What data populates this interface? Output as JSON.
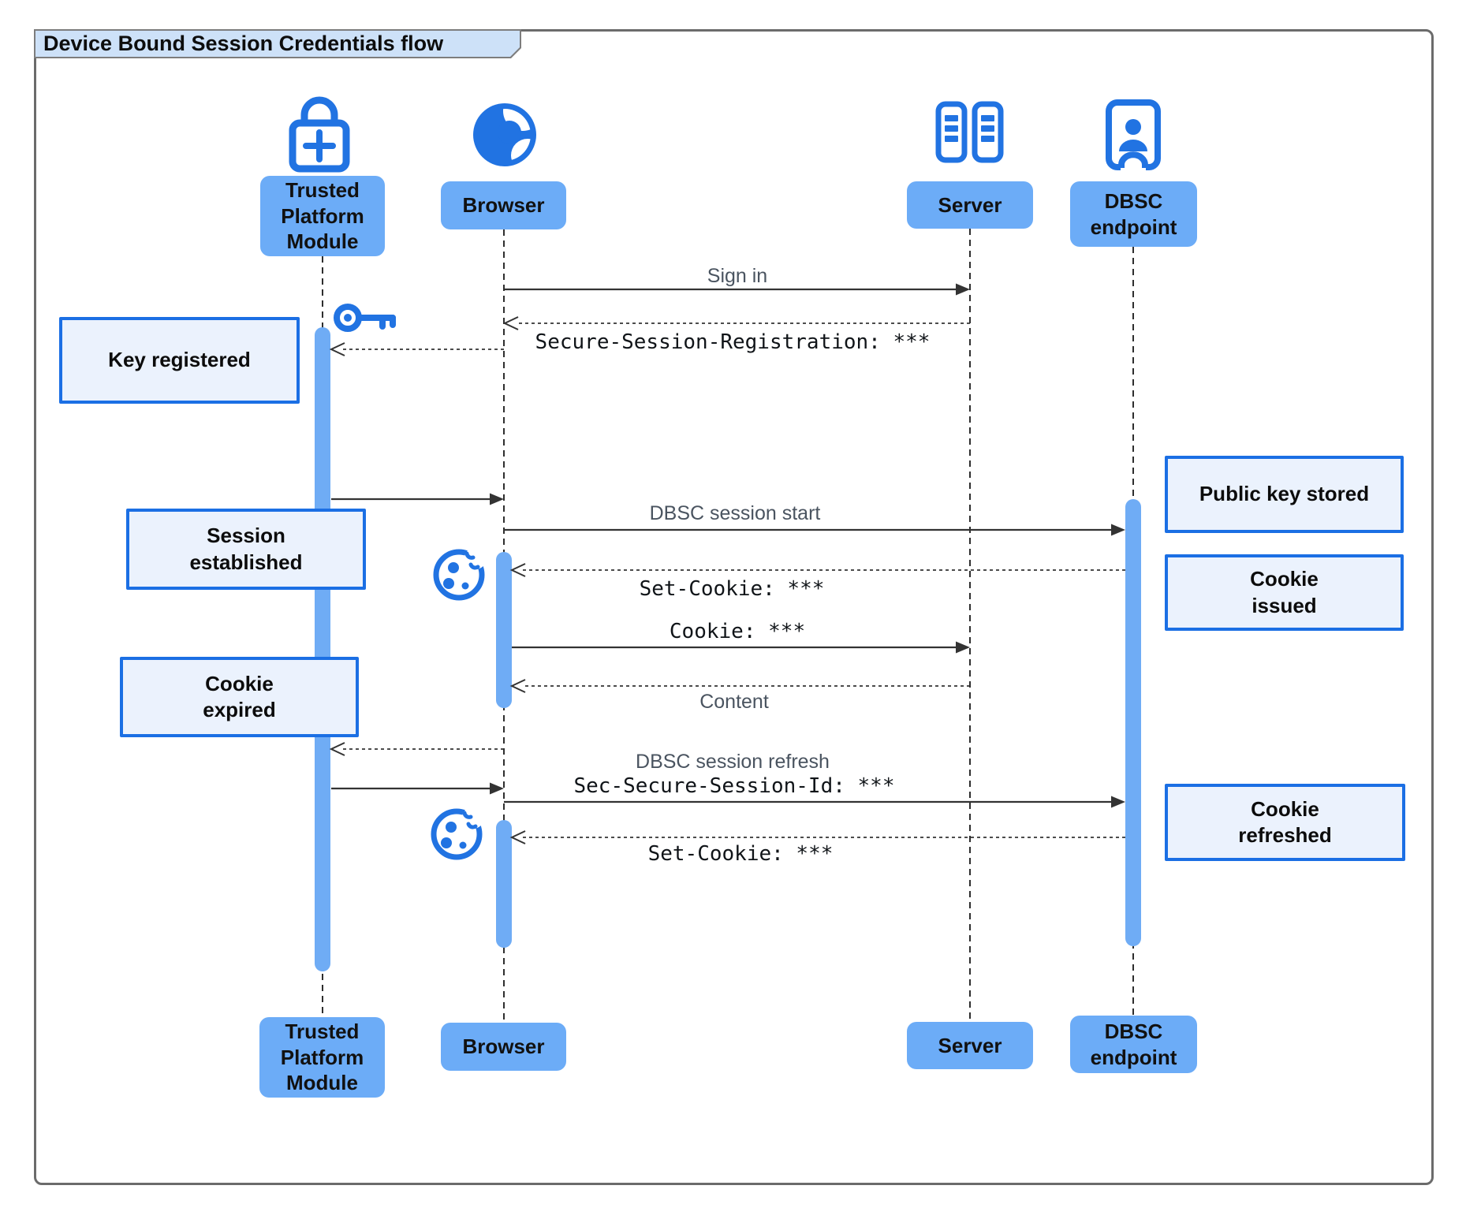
{
  "title": "Device Bound Session Credentials flow",
  "actors": {
    "tpm": "Trusted\nPlatform\nModule",
    "browser": "Browser",
    "server": "Server",
    "dbsc": "DBSC\nendpoint"
  },
  "icons": {
    "tpm": "lock-plus-icon",
    "browser": "globe-icon",
    "server": "server-racks-icon",
    "dbsc": "id-badge-icon",
    "key": "key-icon",
    "cookie": "cookie-icon"
  },
  "messages": {
    "sign_in": "Sign in",
    "session_registration": "Secure-Session-Registration: ***",
    "dbsc_session_start": "DBSC session start",
    "set_cookie_1": "Set-Cookie: ***",
    "cookie": "Cookie: ***",
    "content": "Content",
    "dbsc_session_refresh": "DBSC session refresh",
    "sec_secure_session_id": "Sec-Secure-Session-Id: ***",
    "set_cookie_2": "Set-Cookie: ***"
  },
  "notes": {
    "key_registered": "Key registered",
    "session_established": "Session\nestablished",
    "public_key_stored": "Public key stored",
    "cookie_issued": "Cookie\nissued",
    "cookie_expired": "Cookie\nexpired",
    "cookie_refreshed": "Cookie\nrefreshed"
  },
  "colors": {
    "icon_blue": "#2173e2",
    "actor_fill": "#6cacf7",
    "activation_fill": "#6facf5",
    "note_fill": "#ebf2fd",
    "note_border": "#1b6fe4",
    "title_fill": "#cde1f8",
    "frame_border": "#6b6b6b",
    "arrow": "#333333",
    "label_gray": "#4a5460"
  }
}
